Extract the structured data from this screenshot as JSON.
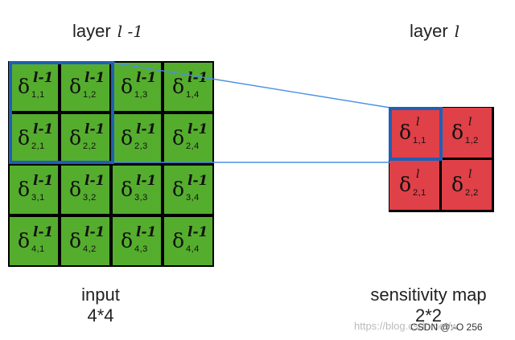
{
  "left_title": "layer",
  "left_title_var": "l -1",
  "right_title": "layer",
  "right_title_var": "l",
  "input_caption_line1": "input",
  "input_caption_line2": "4*4",
  "map_caption_line1": "sensitivity map",
  "map_caption_line2": "2*2",
  "delta_symbol": "δ",
  "input_superscript": "l-1",
  "map_superscript": "l",
  "input_cells": [
    "1,1",
    "1,2",
    "1,3",
    "1,4",
    "2,1",
    "2,2",
    "2,3",
    "2,4",
    "3,1",
    "3,2",
    "3,3",
    "3,4",
    "4,1",
    "4,2",
    "4,3",
    "4,4"
  ],
  "map_cells": [
    "1,1",
    "1,2",
    "2,1",
    "2,2"
  ],
  "watermark_url": "https://blog.csdn.net/w",
  "watermark_handle": "CSDN @:-O  256",
  "colors": {
    "input_fill": "#55ad2e",
    "map_fill": "#e04048",
    "highlight": "#1f5fb5",
    "connector": "#4a90e2"
  }
}
